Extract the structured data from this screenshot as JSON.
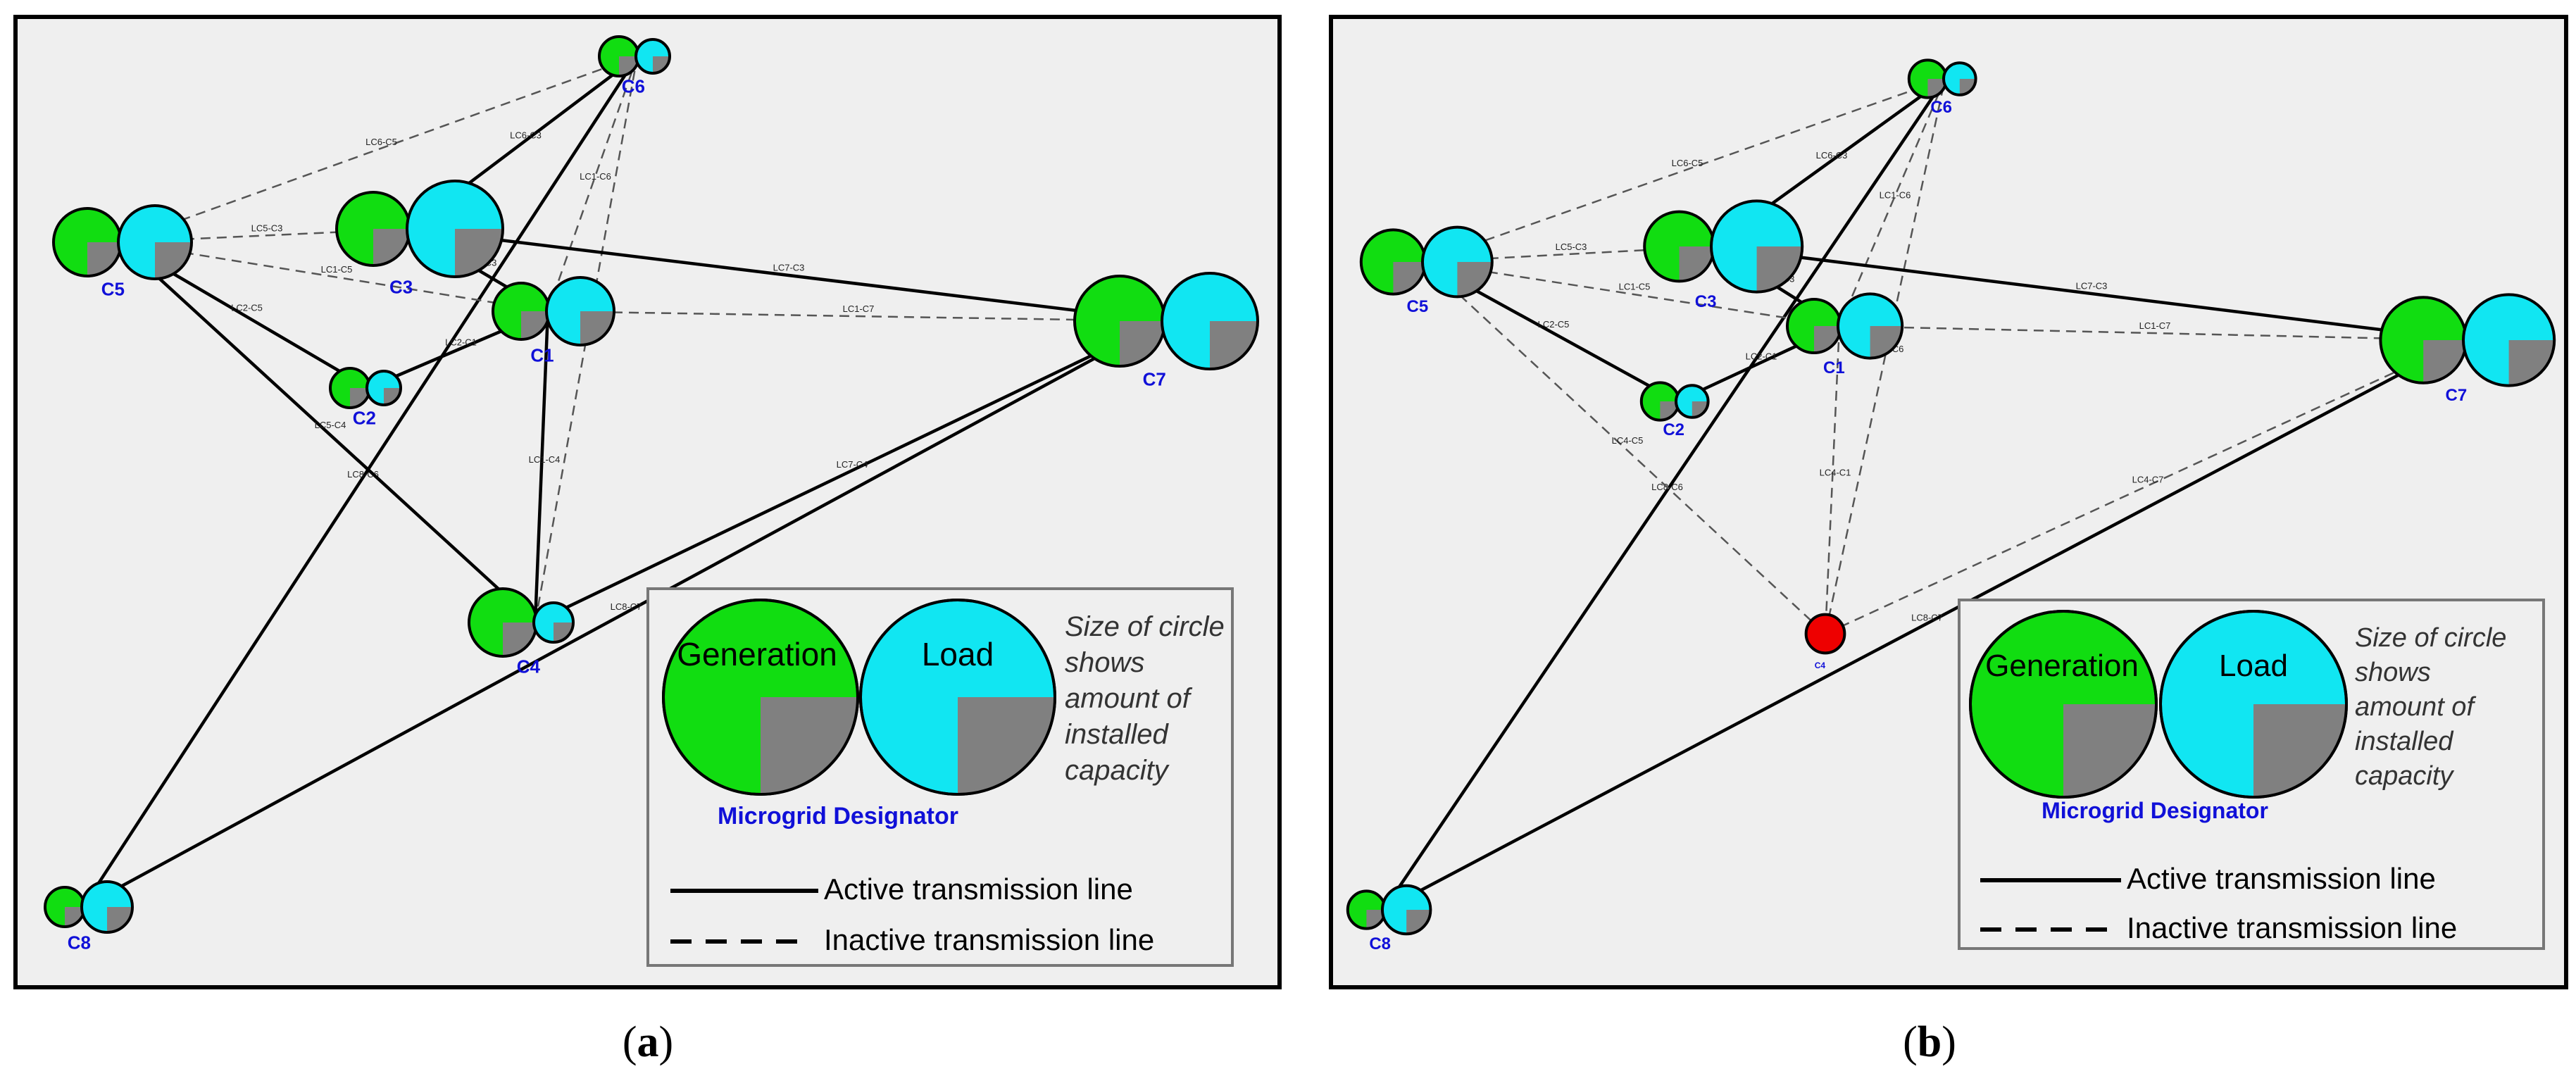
{
  "colors": {
    "generation": "#11dd11",
    "load": "#11e6f2",
    "unused": "#808080",
    "outage": "#ee0000",
    "label": "#1010d8",
    "panel_bg": "#efefef"
  },
  "panels": [
    {
      "caption_open": "(",
      "caption_letter": "a",
      "caption_close": ")",
      "nodes": [
        {
          "id": "C1",
          "label": "C1",
          "gen_size": 1.0,
          "load_size": 1.2,
          "state": "normal"
        },
        {
          "id": "C2",
          "label": "C2",
          "gen_size": 0.7,
          "load_size": 0.6,
          "state": "normal"
        },
        {
          "id": "C3",
          "label": "C3",
          "gen_size": 1.3,
          "load_size": 1.7,
          "state": "normal"
        },
        {
          "id": "C4",
          "label": "C4",
          "gen_size": 1.2,
          "load_size": 0.7,
          "state": "normal"
        },
        {
          "id": "C5",
          "label": "C5",
          "gen_size": 1.2,
          "load_size": 1.3,
          "state": "normal"
        },
        {
          "id": "C6",
          "label": "C6",
          "gen_size": 0.7,
          "load_size": 0.6,
          "state": "normal"
        },
        {
          "id": "C7",
          "label": "C7",
          "gen_size": 1.6,
          "load_size": 1.7,
          "state": "normal"
        },
        {
          "id": "C8",
          "label": "C8",
          "gen_size": 0.7,
          "load_size": 0.9,
          "state": "normal"
        }
      ],
      "edges": [
        {
          "from": "C3",
          "to": "C6",
          "label": "LC6-C3",
          "active": true
        },
        {
          "from": "C8",
          "to": "C6",
          "label": "LC8-C6",
          "active": true
        },
        {
          "from": "C1",
          "to": "C6",
          "label": "LC1-C6",
          "active": false
        },
        {
          "from": "C4",
          "to": "C6",
          "label": "",
          "active": false
        },
        {
          "from": "C5",
          "to": "C6",
          "label": "LC6-C5",
          "active": false
        },
        {
          "from": "C5",
          "to": "C3",
          "label": "LC5-C3",
          "active": false
        },
        {
          "from": "C5",
          "to": "C1",
          "label": "LC1-C5",
          "active": false
        },
        {
          "from": "C5",
          "to": "C2",
          "label": "LC2-C5",
          "active": true
        },
        {
          "from": "C5",
          "to": "C4",
          "label": "LC5-C4",
          "active": true
        },
        {
          "from": "C3",
          "to": "C1",
          "label": "LC1-C3",
          "active": true
        },
        {
          "from": "C3",
          "to": "C7",
          "label": "LC7-C3",
          "active": true
        },
        {
          "from": "C1",
          "to": "C7",
          "label": "LC1-C7",
          "active": false
        },
        {
          "from": "C2",
          "to": "C1",
          "label": "LC2-C1",
          "active": true
        },
        {
          "from": "C1",
          "to": "C4",
          "label": "LC1-C4",
          "active": true
        },
        {
          "from": "C4",
          "to": "C7",
          "label": "LC7-C4",
          "active": true
        },
        {
          "from": "C8",
          "to": "C7",
          "label": "LC8-C7",
          "active": true
        }
      ]
    },
    {
      "caption_open": "(",
      "caption_letter": "b",
      "caption_close": ")",
      "nodes": [
        {
          "id": "C1",
          "label": "C1",
          "gen_size": 1.0,
          "load_size": 1.2,
          "state": "normal"
        },
        {
          "id": "C2",
          "label": "C2",
          "gen_size": 0.7,
          "load_size": 0.6,
          "state": "normal"
        },
        {
          "id": "C3",
          "label": "C3",
          "gen_size": 1.3,
          "load_size": 1.7,
          "state": "normal"
        },
        {
          "id": "C4",
          "label": "C4",
          "gen_size": 1.0,
          "load_size": 0.0,
          "state": "outage"
        },
        {
          "id": "C5",
          "label": "C5",
          "gen_size": 1.2,
          "load_size": 1.3,
          "state": "normal"
        },
        {
          "id": "C6",
          "label": "C6",
          "gen_size": 0.7,
          "load_size": 0.6,
          "state": "normal"
        },
        {
          "id": "C7",
          "label": "C7",
          "gen_size": 1.6,
          "load_size": 1.7,
          "state": "normal"
        },
        {
          "id": "C8",
          "label": "C8",
          "gen_size": 0.7,
          "load_size": 0.9,
          "state": "normal"
        }
      ],
      "edges": [
        {
          "from": "C3",
          "to": "C6",
          "label": "LC6-C3",
          "active": true
        },
        {
          "from": "C8",
          "to": "C6",
          "label": "LC8-C6",
          "active": true
        },
        {
          "from": "C1",
          "to": "C6",
          "label": "LC1-C6",
          "active": false
        },
        {
          "from": "C4",
          "to": "C6",
          "label": "LC4-C6",
          "active": false
        },
        {
          "from": "C5",
          "to": "C6",
          "label": "LC6-C5",
          "active": false
        },
        {
          "from": "C5",
          "to": "C3",
          "label": "LC5-C3",
          "active": false
        },
        {
          "from": "C5",
          "to": "C1",
          "label": "LC1-C5",
          "active": false
        },
        {
          "from": "C5",
          "to": "C2",
          "label": "LC2-C5",
          "active": true
        },
        {
          "from": "C5",
          "to": "C4",
          "label": "LC4-C5",
          "active": false
        },
        {
          "from": "C3",
          "to": "C1",
          "label": "LC1-C3",
          "active": true
        },
        {
          "from": "C3",
          "to": "C7",
          "label": "LC7-C3",
          "active": true
        },
        {
          "from": "C1",
          "to": "C7",
          "label": "LC1-C7",
          "active": false
        },
        {
          "from": "C2",
          "to": "C1",
          "label": "LC2-C1",
          "active": true
        },
        {
          "from": "C1",
          "to": "C4",
          "label": "LC4-C1",
          "active": false
        },
        {
          "from": "C4",
          "to": "C7",
          "label": "LC4-C7",
          "active": false
        },
        {
          "from": "C8",
          "to": "C7",
          "label": "LC8-C7",
          "active": true
        }
      ]
    }
  ],
  "legend": {
    "generation_label": "Generation",
    "load_label": "Load",
    "note_lines": [
      "Size of circle",
      "shows",
      "amount of",
      "installed",
      "capacity"
    ],
    "designator_label": "Microgrid Designator",
    "active_label": "Active transmission line",
    "inactive_label": "Inactive transmission line"
  }
}
